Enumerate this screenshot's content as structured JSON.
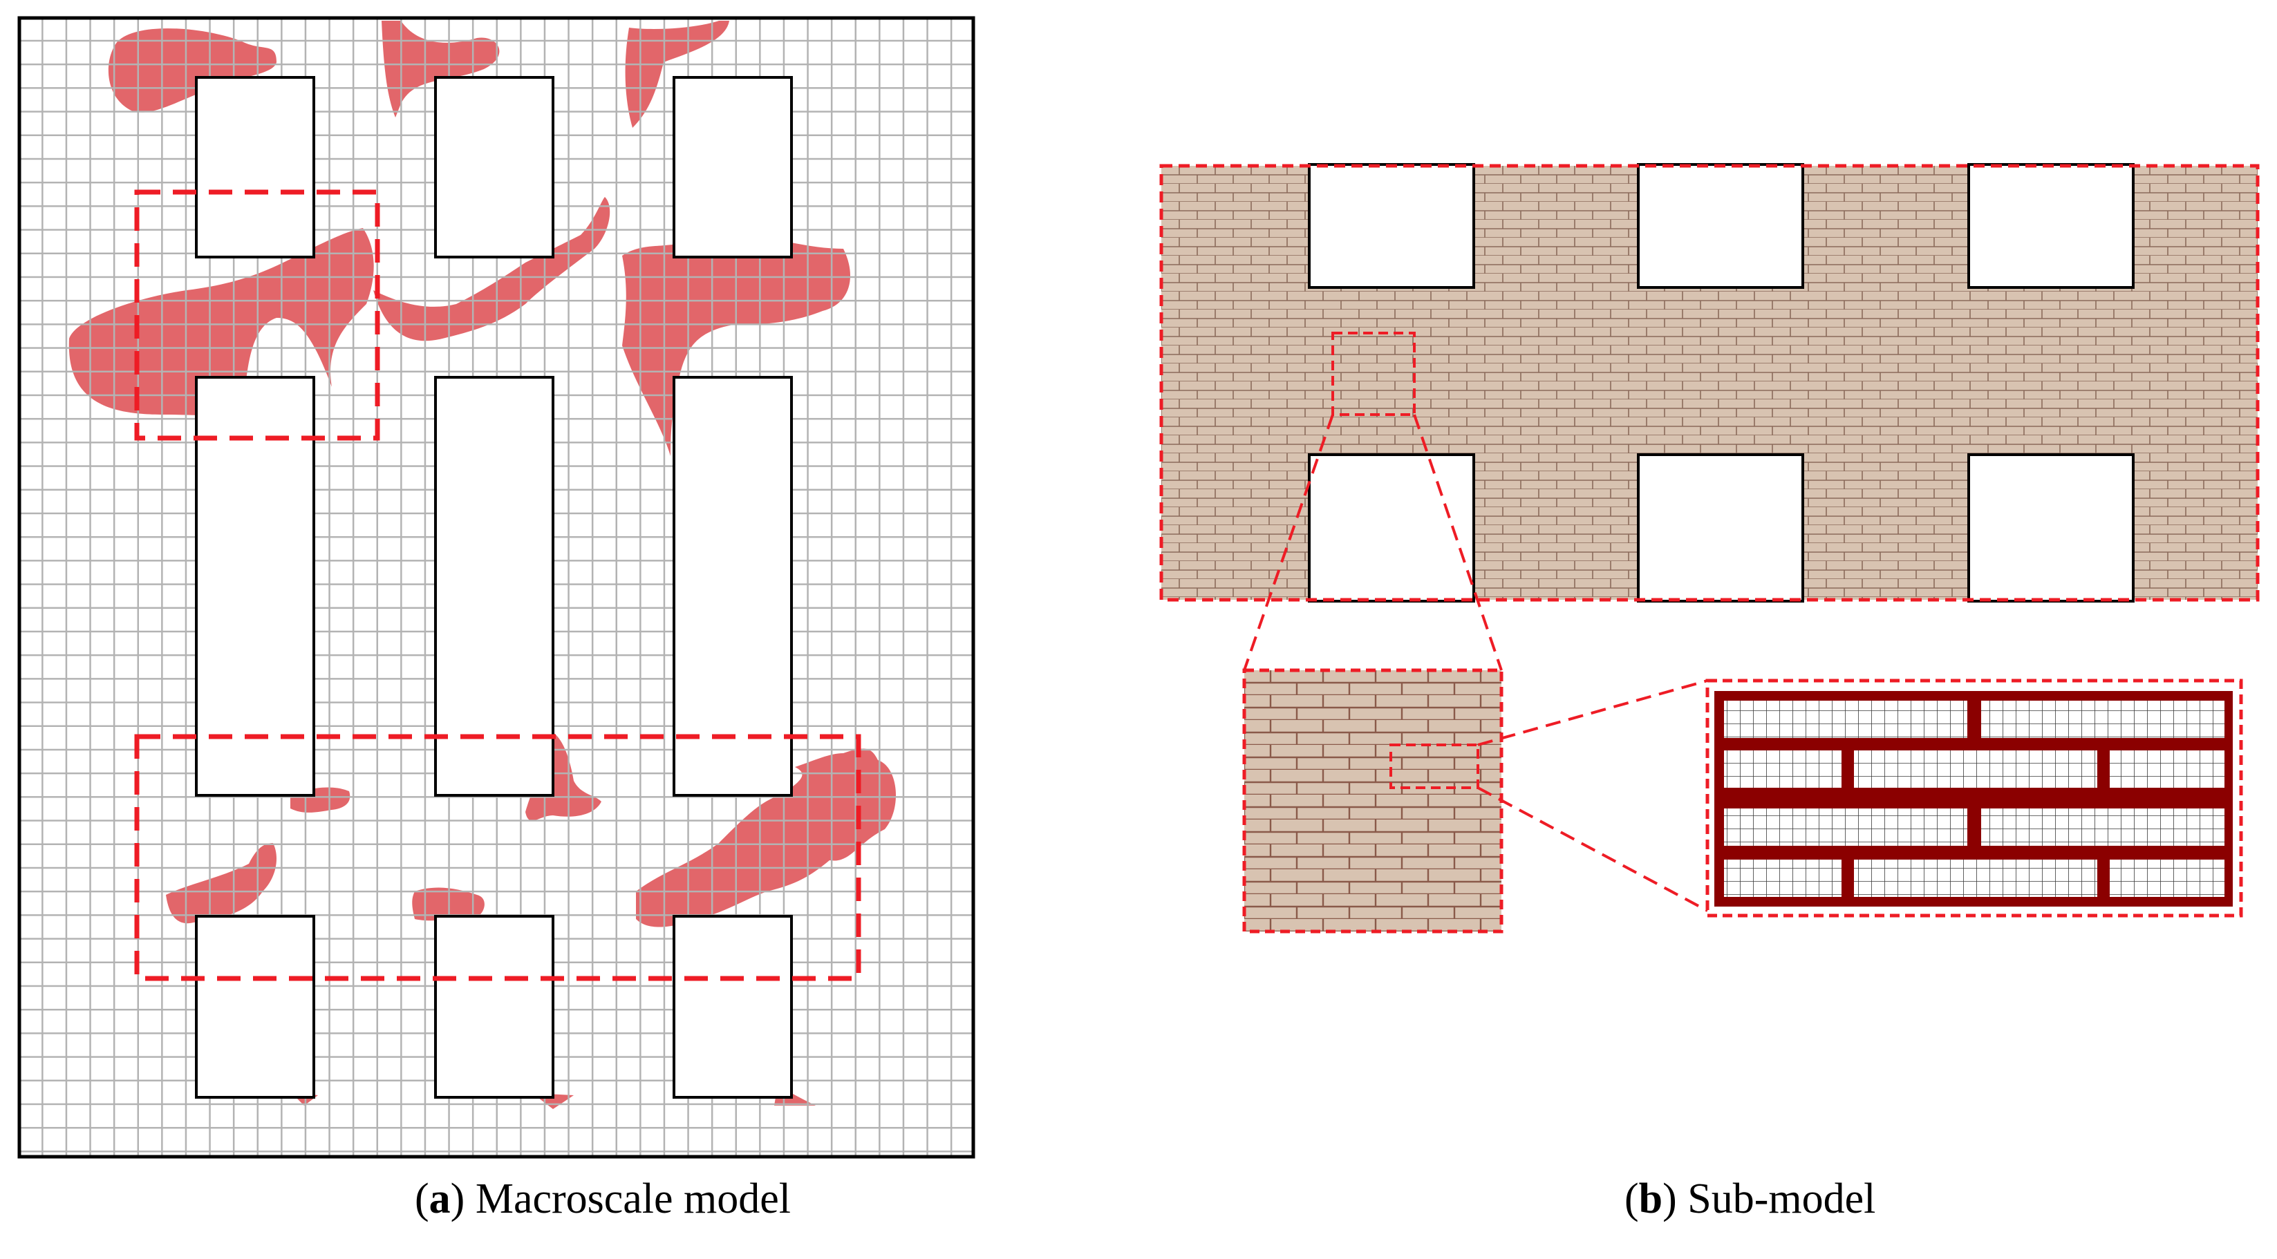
{
  "captions": {
    "a_letter": "a",
    "a_text": "Macroscale model",
    "b_letter": "b",
    "b_text": "Sub-model"
  },
  "colors": {
    "damage_red": "#e05a5f",
    "mesh_grey": "#b3b3b3",
    "dashed_red": "#ee1c25",
    "brick_tan": "#d8c3b1",
    "mortar_dark_red": "#8b0000"
  }
}
